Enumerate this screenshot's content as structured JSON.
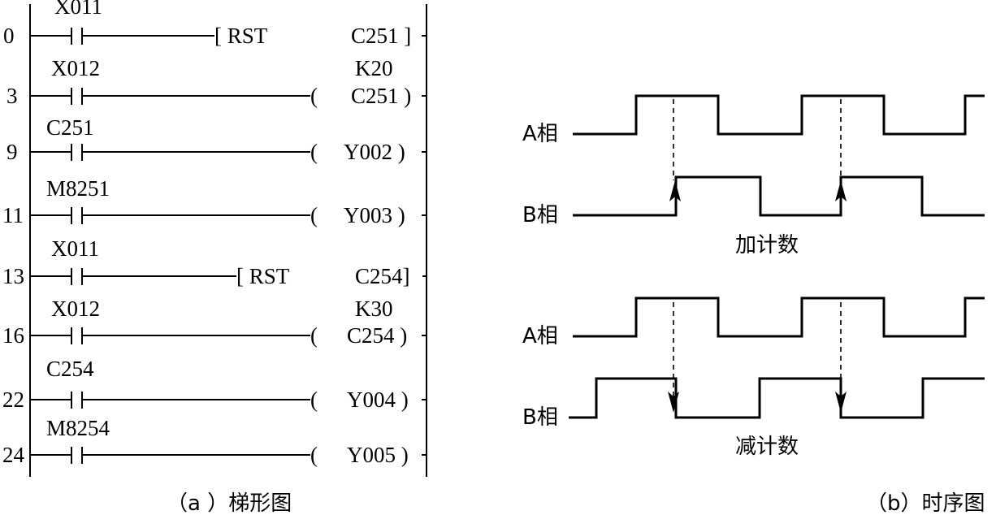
{
  "ladder": {
    "rungs": [
      {
        "step": "0",
        "contact": "X011",
        "instruction": "[ RST",
        "operand": "C251 ]",
        "setting": ""
      },
      {
        "step": "3",
        "contact": "X012",
        "instruction": "(",
        "operand": "C251 )",
        "setting": "K20"
      },
      {
        "step": "9",
        "contact": "C251",
        "instruction": "(",
        "operand": "Y002 )",
        "setting": ""
      },
      {
        "step": "11",
        "contact": "M8251",
        "instruction": "(",
        "operand": "Y003 )",
        "setting": ""
      },
      {
        "step": "13",
        "contact": "X011",
        "instruction": "[ RST",
        "operand": "C254]",
        "setting": ""
      },
      {
        "step": "16",
        "contact": "X012",
        "instruction": "(",
        "operand": "C254 )",
        "setting": "K30"
      },
      {
        "step": "22",
        "contact": "C254",
        "instruction": "(",
        "operand": "Y004 )",
        "setting": ""
      },
      {
        "step": "24",
        "contact": "M8254",
        "instruction": "(",
        "operand": "Y005 )",
        "setting": ""
      }
    ],
    "caption": "（a ）梯形图"
  },
  "timing": {
    "groups": [
      {
        "a_label": "A相",
        "b_label": "B相",
        "title": "加计数",
        "edge": "rising"
      },
      {
        "a_label": "A相",
        "b_label": "B相",
        "title": "减计数",
        "edge": "falling"
      }
    ],
    "caption": "（b）时序图"
  }
}
